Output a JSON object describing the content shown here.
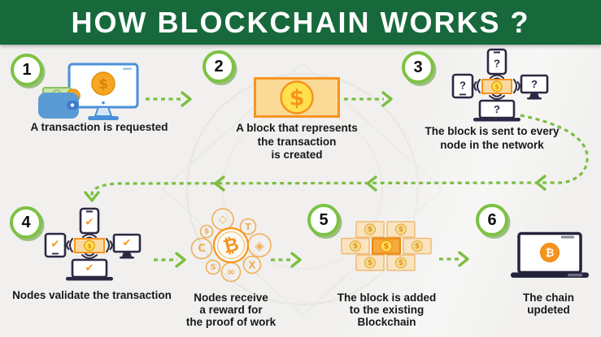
{
  "header": {
    "title": "HOW BLOCKCHAIN WORKS ?"
  },
  "steps": [
    {
      "number": "1",
      "caption_lines": [
        "A transaction is requested"
      ]
    },
    {
      "number": "2",
      "caption_lines": [
        "A block that represents",
        "the transaction",
        "is created"
      ]
    },
    {
      "number": "3",
      "caption_lines": [
        "The block is sent to every",
        "node in the network"
      ]
    },
    {
      "number": "4",
      "caption_lines": [
        "Nodes validate the transaction"
      ]
    },
    {
      "number": "5",
      "caption_lines": [
        "The block is added",
        "to the existing",
        "Blockchain"
      ]
    },
    {
      "number": "6",
      "caption_lines": [
        "The chain",
        "updeted"
      ]
    }
  ],
  "reward_step": {
    "caption_lines": [
      "Nodes receive",
      "a reward for",
      "the proof of work"
    ],
    "coin_glyphs": [
      "₿",
      "◇",
      "T",
      "◈",
      "X",
      "∞",
      "S",
      "C",
      "$"
    ]
  },
  "glyphs": {
    "dollar": "$",
    "question": "?",
    "check": "✔",
    "bitcoin": "₿"
  },
  "colors": {
    "header_green": "#17693C",
    "arrow_green": "#7CBE41",
    "accent_orange": "#F7941D",
    "coin_yellow": "#FFE14D",
    "device_navy": "#2B2A44"
  }
}
